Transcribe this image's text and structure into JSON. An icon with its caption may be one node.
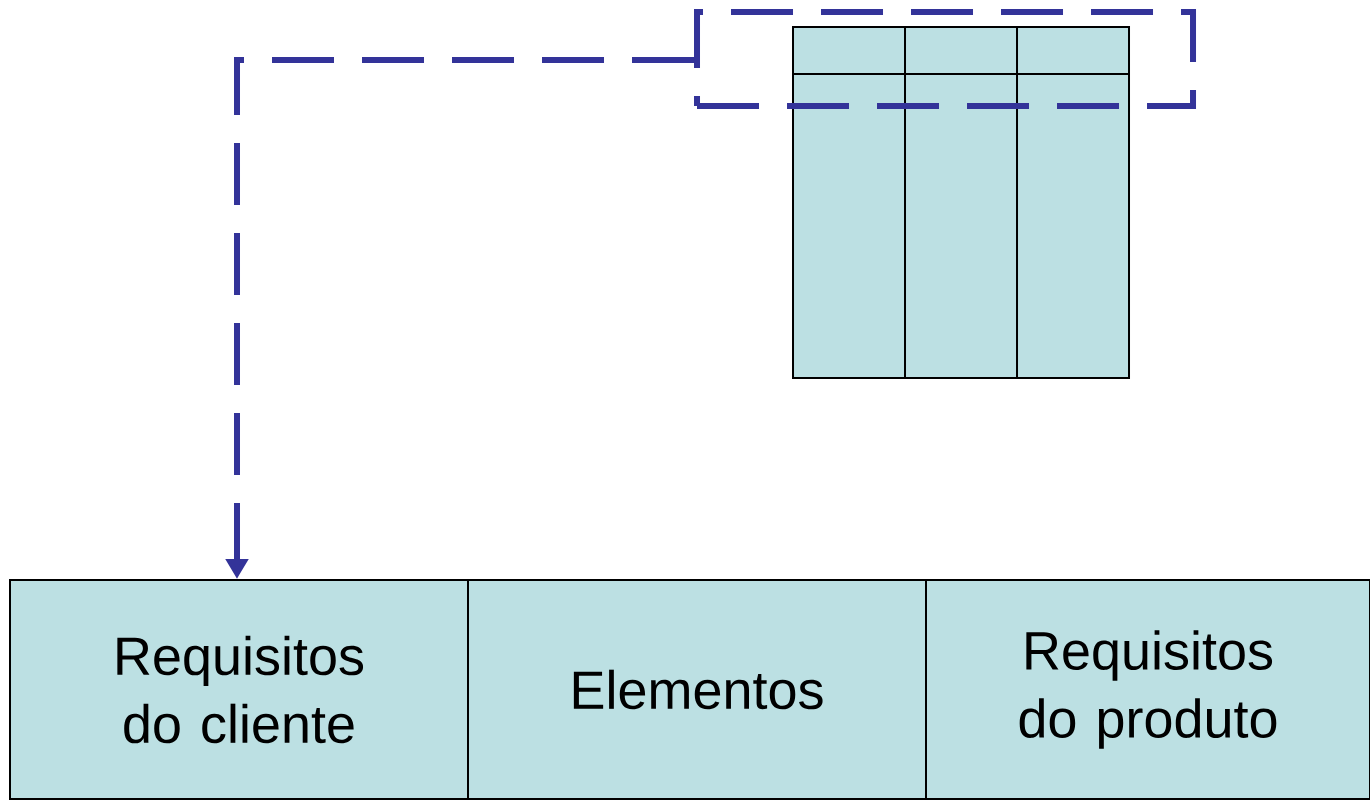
{
  "diagram": {
    "nodes": [
      {
        "text": [],
        "shape": "box"
      },
      {
        "text": [
          "Requisitos do cliente"
        ]
      },
      {
        "text": [
          "Elementos"
        ]
      },
      {
        "text": [
          "Requisitos do produto"
        ]
      }
    ],
    "edges": [
      {
        "from": 0,
        "to": 1,
        "arrow": "to",
        "style": "dashed",
        "color": "#333399"
      }
    ]
  }
}
